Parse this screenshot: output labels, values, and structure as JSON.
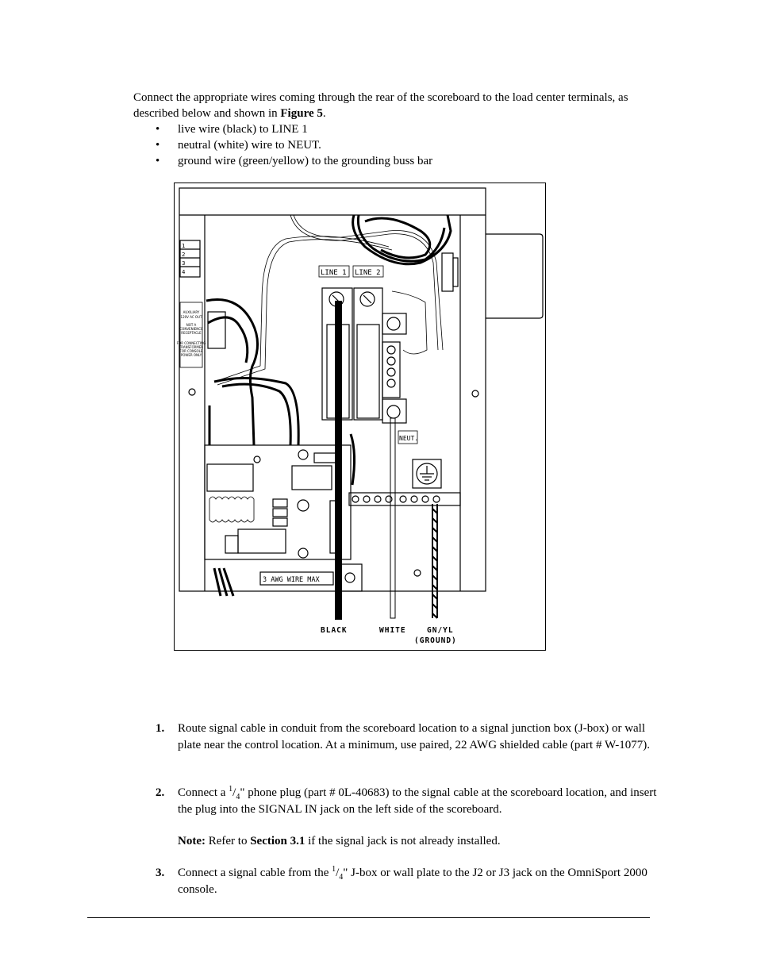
{
  "intro": {
    "text_before": "Connect the appropriate wires coming through the rear of the scoreboard to the load center terminals, as described below and shown in ",
    "figure_ref": "Figure 5",
    "text_after": "."
  },
  "bullets": [
    "live wire (black) to LINE 1",
    "neutral (white) wire to NEUT.",
    "ground wire (green/yellow) to the grounding buss bar"
  ],
  "figure": {
    "labels": {
      "line1": "LINE 1",
      "line2": "LINE 2",
      "neut": "NEUT.",
      "wire_max": "3 AWG WIRE MAX",
      "aux_1": "AUXILIARY",
      "aux_2": "120V AC OUT",
      "aux_3": "NOT A",
      "aux_4": "CONVENIENCE",
      "aux_5": "RECEPTACLE",
      "aux_6": "FOR CONNECTING",
      "aux_7": "TRANSFORMER",
      "aux_8": "FOR CONSOLE",
      "aux_9": "POWER ONLY",
      "black": "BLACK",
      "white": "WHITE",
      "gnyl": "GN/YL",
      "ground": "(GROUND)"
    }
  },
  "steps": [
    {
      "num": "1.",
      "text": "Route signal cable in conduit from the scoreboard location to a signal junction box (J-box) or wall plate near the control location. At a minimum, use paired, 22 AWG shielded cable (part # W-1077)."
    },
    {
      "num": "2.",
      "pre": "Connect a ",
      "frac_num": "1",
      "frac_sep": "/",
      "frac_den": "4",
      "post": "\" phone plug (part # 0L-40683) to the signal cable at the scoreboard location, and insert the plug into the SIGNAL IN jack on the left side of the scoreboard."
    },
    {
      "num": "3.",
      "pre": "Connect a signal cable from the ",
      "frac_num": "1",
      "frac_sep": "/",
      "frac_den": "4",
      "post": "\" J-box or wall plate to the J2 or J3 jack on the OmniSport 2000 console."
    }
  ],
  "note": {
    "label": "Note:",
    "pre": " Refer to ",
    "section": "Section 3.1",
    "post": " if the signal jack is not already installed."
  }
}
